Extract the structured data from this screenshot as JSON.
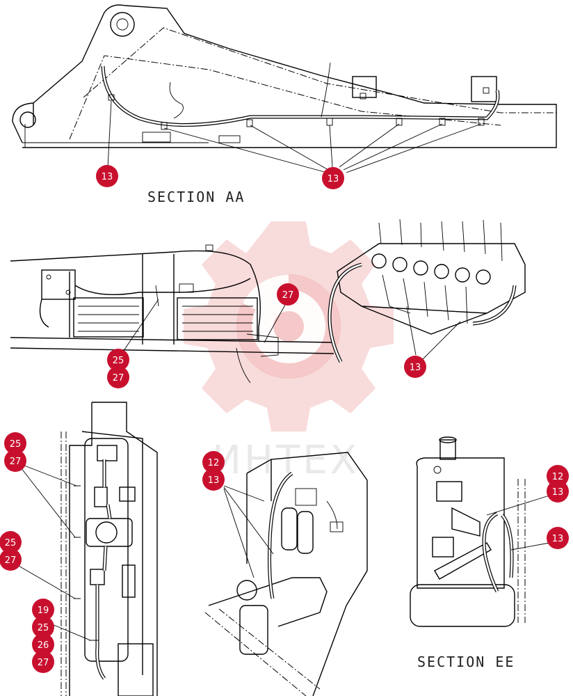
{
  "sections": {
    "aa": "SECTION AA",
    "ee": "SECTION EE"
  },
  "watermark": {
    "text": "ИНТЕХ",
    "gear_color": "#f3c8c8"
  },
  "callout_color": "#c8102e",
  "callouts": [
    {
      "label": "13"
    },
    {
      "label": "13"
    },
    {
      "label": "27"
    },
    {
      "label": "25"
    },
    {
      "label": "27"
    },
    {
      "label": "13"
    },
    {
      "label": "25"
    },
    {
      "label": "27"
    },
    {
      "label": "25"
    },
    {
      "label": "27"
    },
    {
      "label": "19"
    },
    {
      "label": "25"
    },
    {
      "label": "26"
    },
    {
      "label": "27"
    },
    {
      "label": "12"
    },
    {
      "label": "13"
    },
    {
      "label": "12"
    },
    {
      "label": "13"
    },
    {
      "label": "13"
    }
  ]
}
